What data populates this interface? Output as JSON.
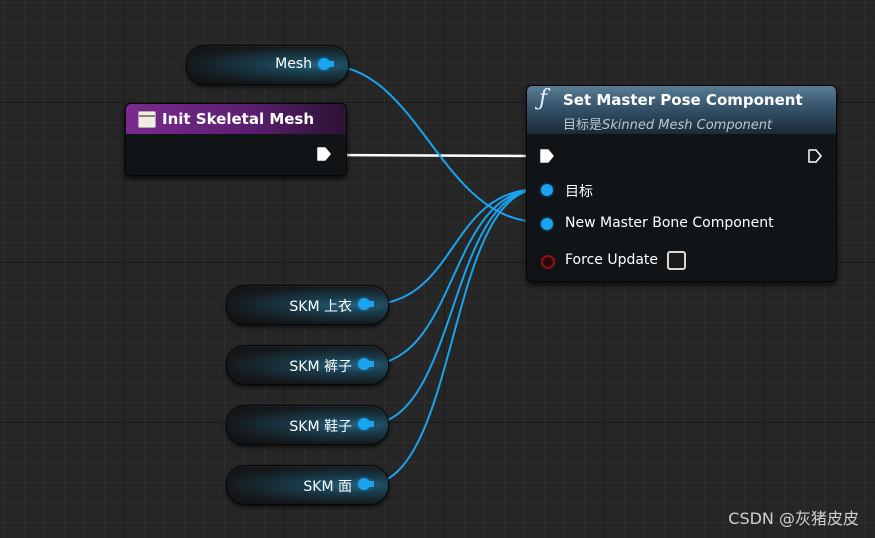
{
  "colors": {
    "grid_background": "#262626",
    "object_pin": "#1aa3ee",
    "event_header": "#7a2a8e",
    "function_header": "#35536a",
    "bool_pin": "#8f1111",
    "exec_wire": "#ffffff"
  },
  "variables": [
    {
      "label": "Mesh"
    },
    {
      "label": "SKM 上衣"
    },
    {
      "label": "SKM 裤子"
    },
    {
      "label": "SKM 鞋子"
    },
    {
      "label": "SKM 面"
    }
  ],
  "init_node": {
    "title": "Init Skeletal Mesh",
    "icon": "event-icon"
  },
  "set_node": {
    "icon": "function-icon",
    "title": "Set Master Pose Component",
    "subtitle_prefix": "目标是",
    "subtitle_class": "Skinned Mesh Component",
    "pins": {
      "target": "目标",
      "master": "New Master Bone Component",
      "force_update": "Force Update"
    },
    "force_update_checked": false
  },
  "watermark": "CSDN @灰猪皮皮"
}
